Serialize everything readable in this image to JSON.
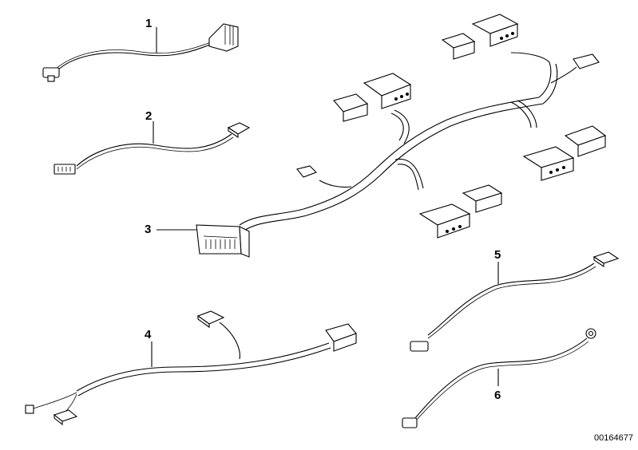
{
  "callouts": {
    "c1": "1",
    "c2": "2",
    "c3": "3",
    "c4": "4",
    "c5": "5",
    "c6": "6"
  },
  "document_id": "00164677"
}
